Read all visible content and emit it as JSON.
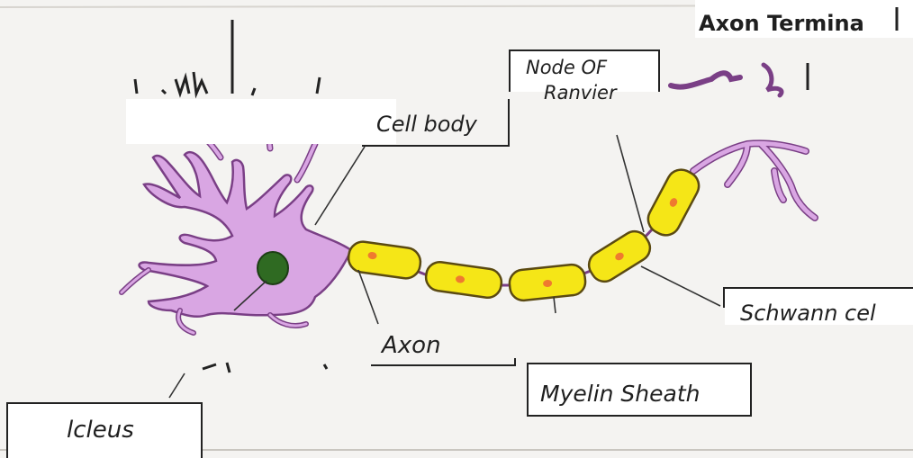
{
  "labels": {
    "axon_terminal": "Axon Termina",
    "node_of_ranvier_line1": "Node OF",
    "node_of_ranvier_line2": "Ranvier",
    "cell_body": "Cell body",
    "schwann_cell": "Schwann cel",
    "axon": "Axon",
    "myelin_sheath": "Myelin Sheath",
    "nucleus": "lcleus"
  },
  "colors": {
    "cell_body": "#d9a6e3",
    "cell_outline": "#7a3f86",
    "myelin": "#f5e617",
    "myelin_outline": "#5b4a12",
    "schwann_nucleus": "#ef7a2f",
    "nucleus": "#2f6a22"
  }
}
